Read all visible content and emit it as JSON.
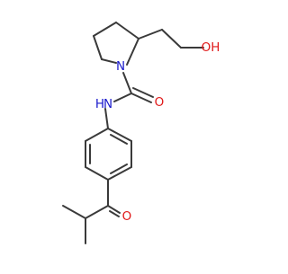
{
  "molecule": {
    "atoms": {
      "n_ring": {
        "symbol": "N",
        "color": "#1a1acc"
      },
      "n_amide": {
        "symbol": "N",
        "color": "#1a1acc"
      },
      "h_amide": {
        "symbol": "H",
        "color": "#1a1acc"
      },
      "o_amide": {
        "symbol": "O",
        "color": "#e01818"
      },
      "o_hydroxyl": {
        "symbol": "OH",
        "color": "#e01818"
      },
      "o_ketone": {
        "symbol": "O",
        "color": "#e01818"
      }
    },
    "bond_color": "#3a3a3a"
  }
}
